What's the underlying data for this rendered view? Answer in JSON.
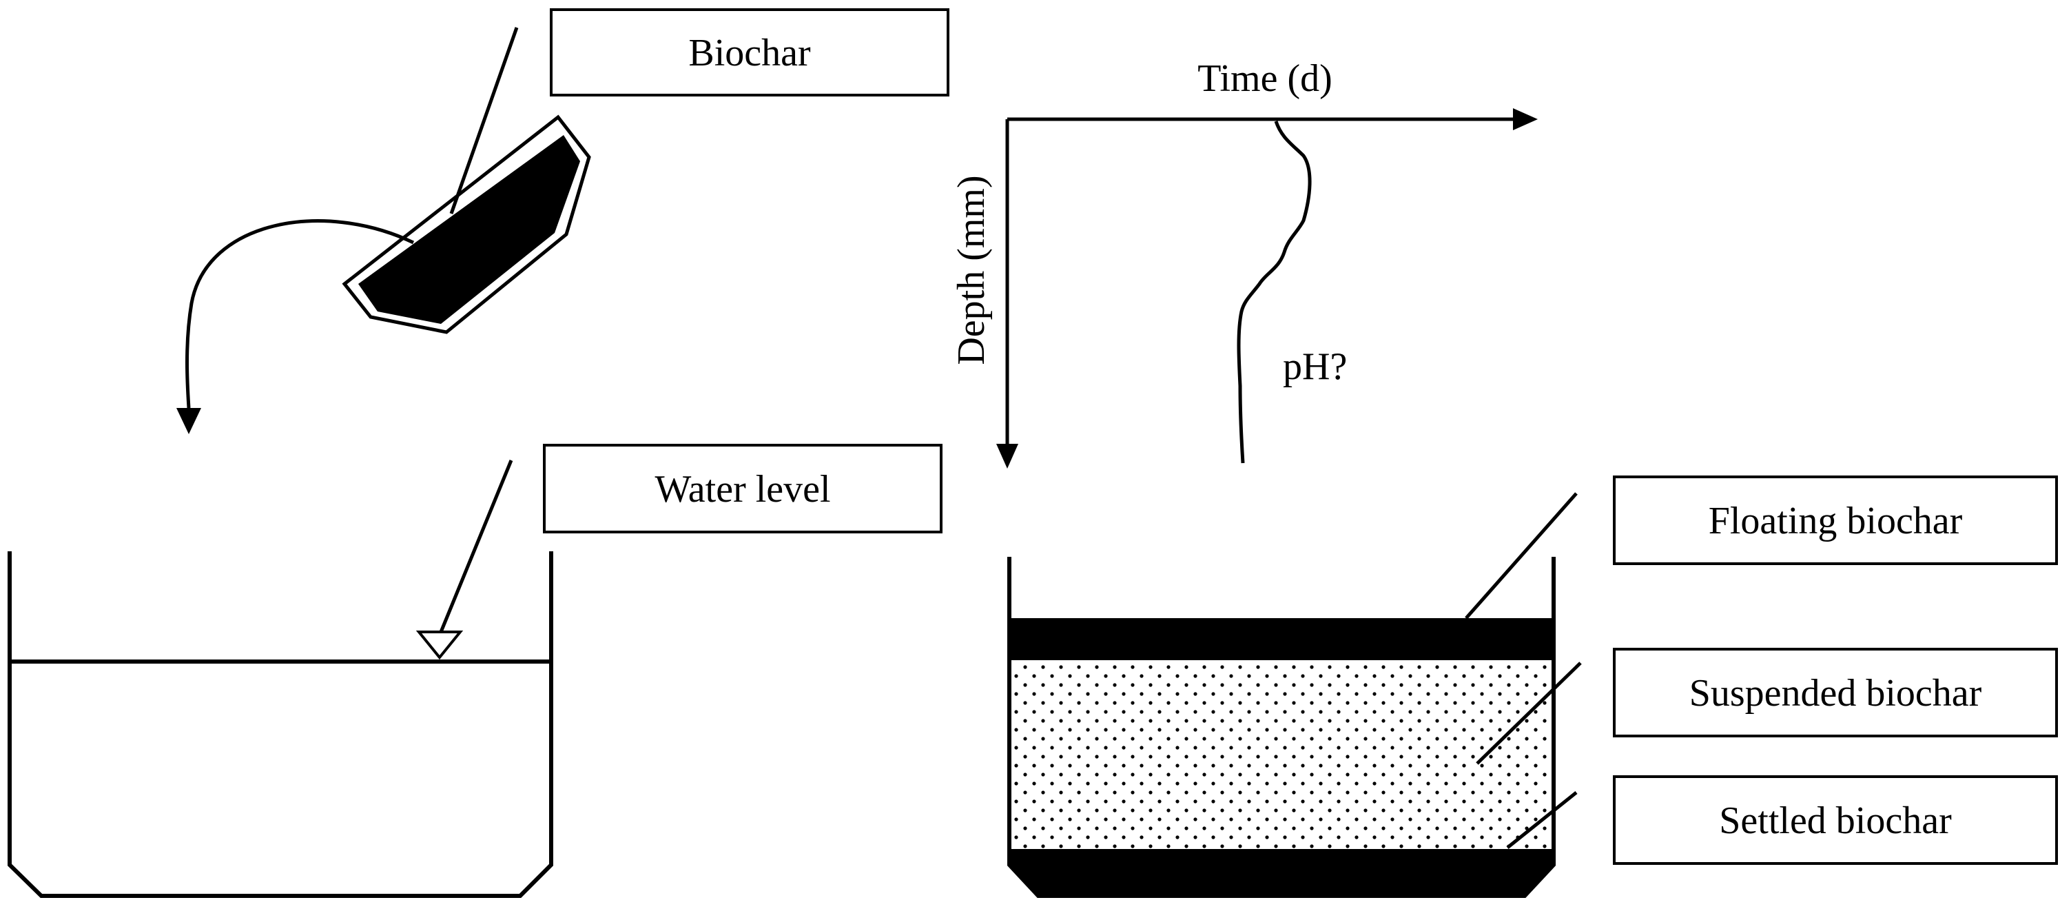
{
  "labels": {
    "biochar": "Biochar",
    "water_level": "Water level",
    "floating_biochar": "Floating biochar",
    "suspended_biochar": "Suspended biochar",
    "settled_biochar": "Settled biochar"
  },
  "axes": {
    "x_label": "Time (d)",
    "y_label": "Depth (mm)",
    "curve_label": "pH?"
  }
}
